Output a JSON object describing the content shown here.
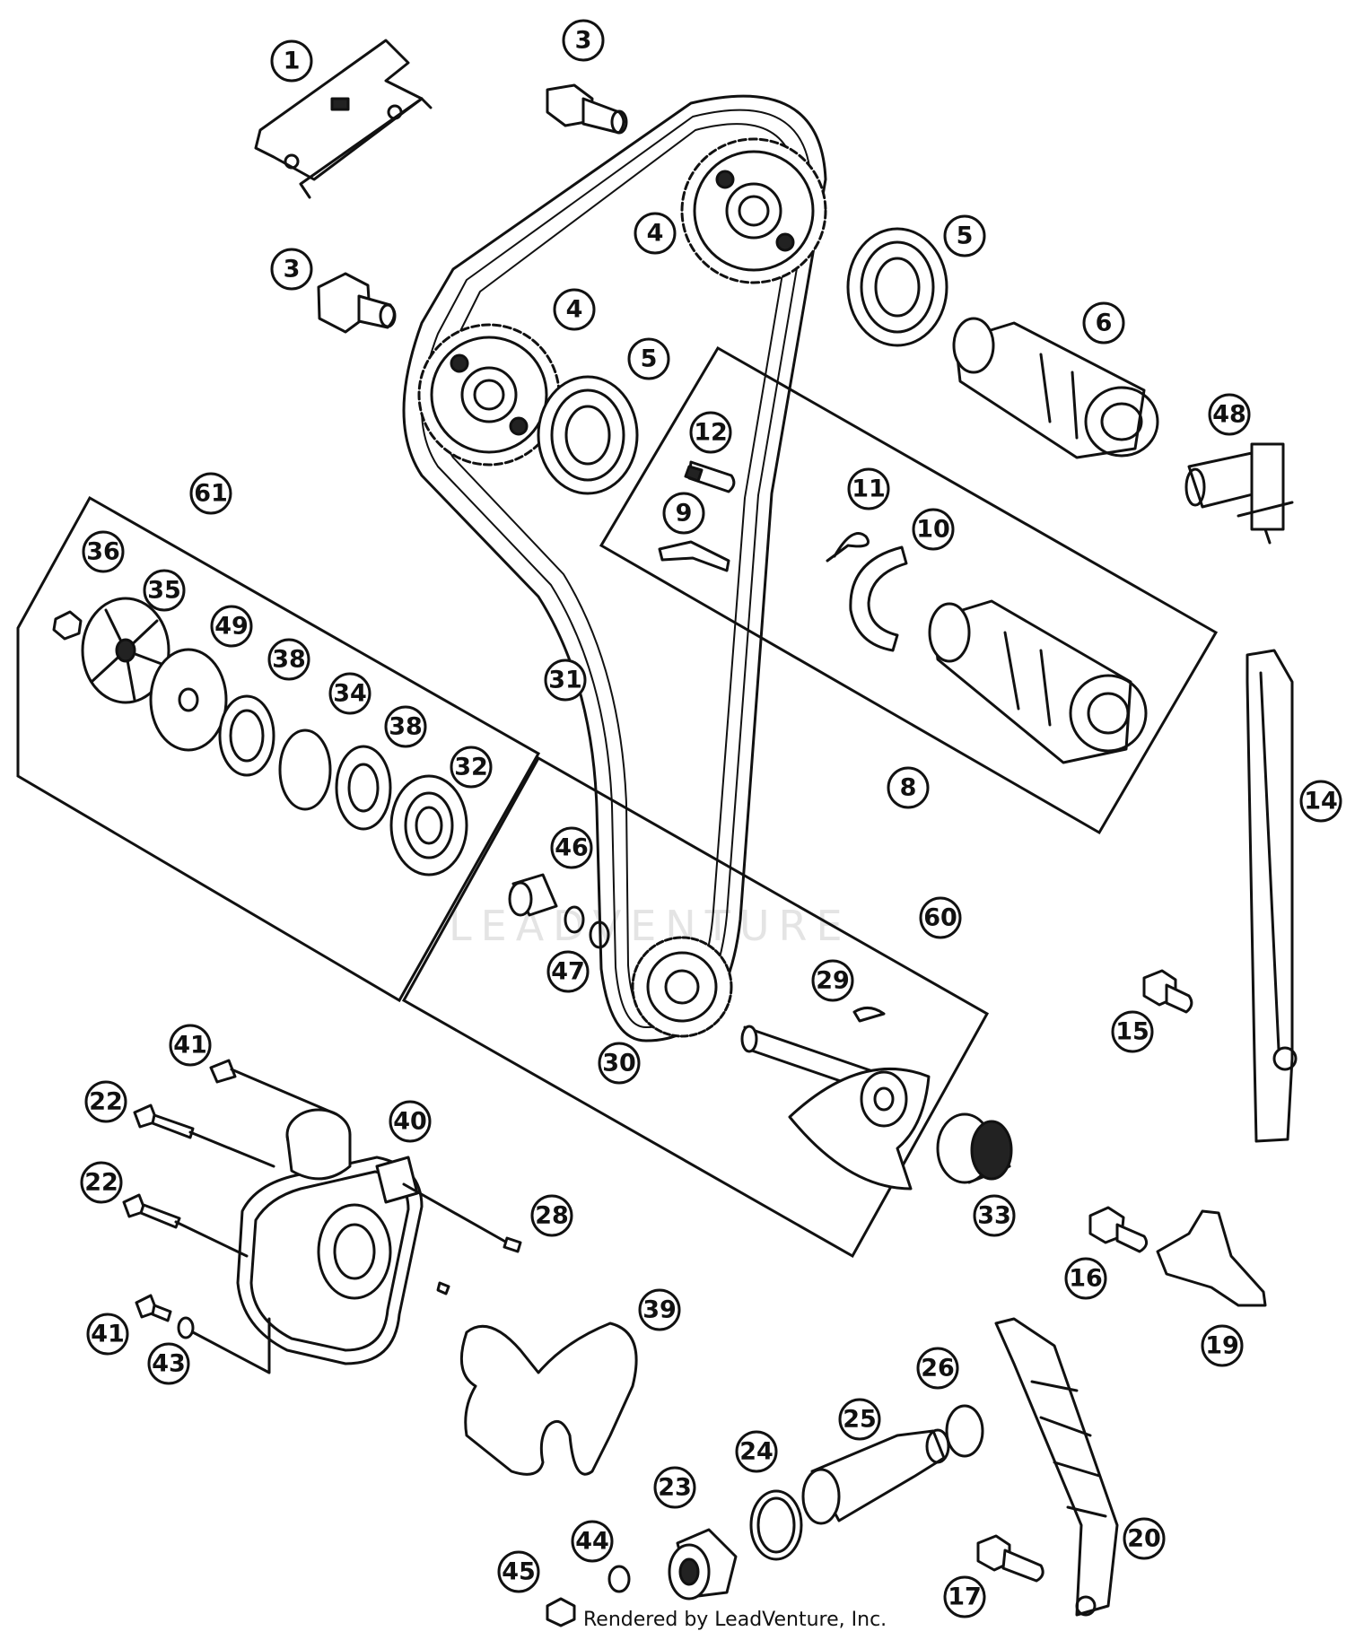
{
  "diagram": {
    "watermark": "LEADVENTURE",
    "credit": "Rendered by LeadVenture, Inc.",
    "callouts": [
      "1",
      "3",
      "3",
      "4",
      "4",
      "5",
      "5",
      "6",
      "48",
      "12",
      "9",
      "11",
      "10",
      "8",
      "14",
      "61",
      "36",
      "35",
      "49",
      "38",
      "34",
      "38",
      "32",
      "31",
      "46",
      "47",
      "60",
      "29",
      "30",
      "15",
      "16",
      "19",
      "41",
      "22",
      "40",
      "22",
      "28",
      "33",
      "39",
      "41",
      "43",
      "26",
      "25",
      "24",
      "23",
      "44",
      "45",
      "20",
      "17"
    ]
  }
}
